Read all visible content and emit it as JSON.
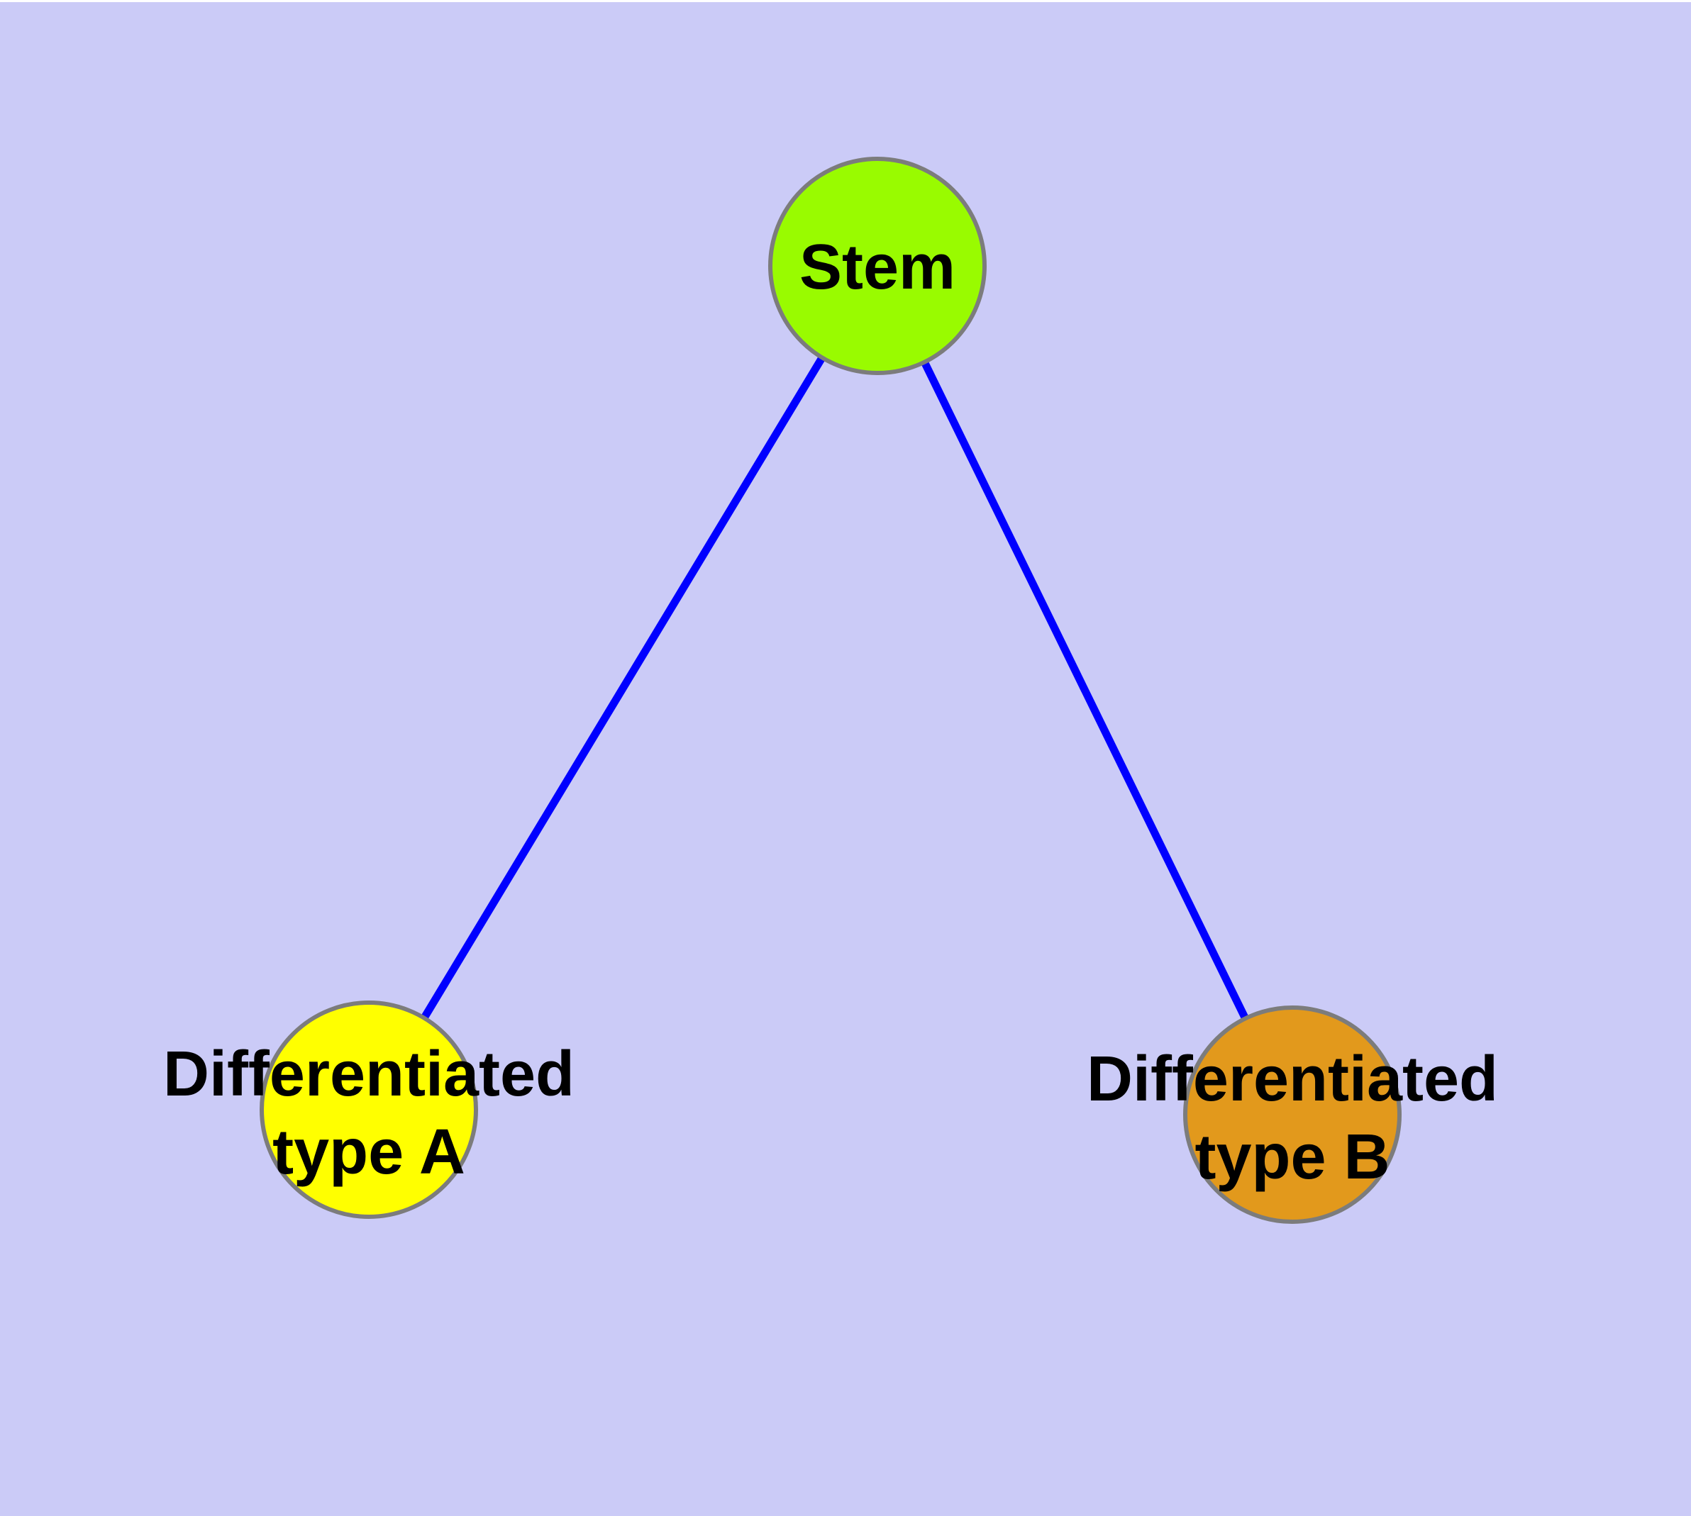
{
  "background": {
    "color": "#CBCBF7",
    "top_strip_color": "#FFFFFF"
  },
  "nodes": {
    "stem": {
      "label": "Stem",
      "fill": "#99FB00",
      "border": "#7C7C7C"
    },
    "type_a": {
      "label": "Differentiated type A",
      "line1": "Differentiated",
      "line2": "type A",
      "fill": "#FFFF00",
      "border": "#7C7C7C"
    },
    "type_b": {
      "label": "Differentiated type B",
      "line1": "Differentiated",
      "line2": "type B",
      "fill": "#E2991C",
      "border": "#7C7C7C"
    }
  },
  "edges": {
    "stem_type_a": {
      "from": "Stem",
      "to": "Differentiated type A",
      "color": "#0000FF"
    },
    "stem_type_b": {
      "from": "Stem",
      "to": "Differentiated type B",
      "color": "#0000FF"
    }
  }
}
